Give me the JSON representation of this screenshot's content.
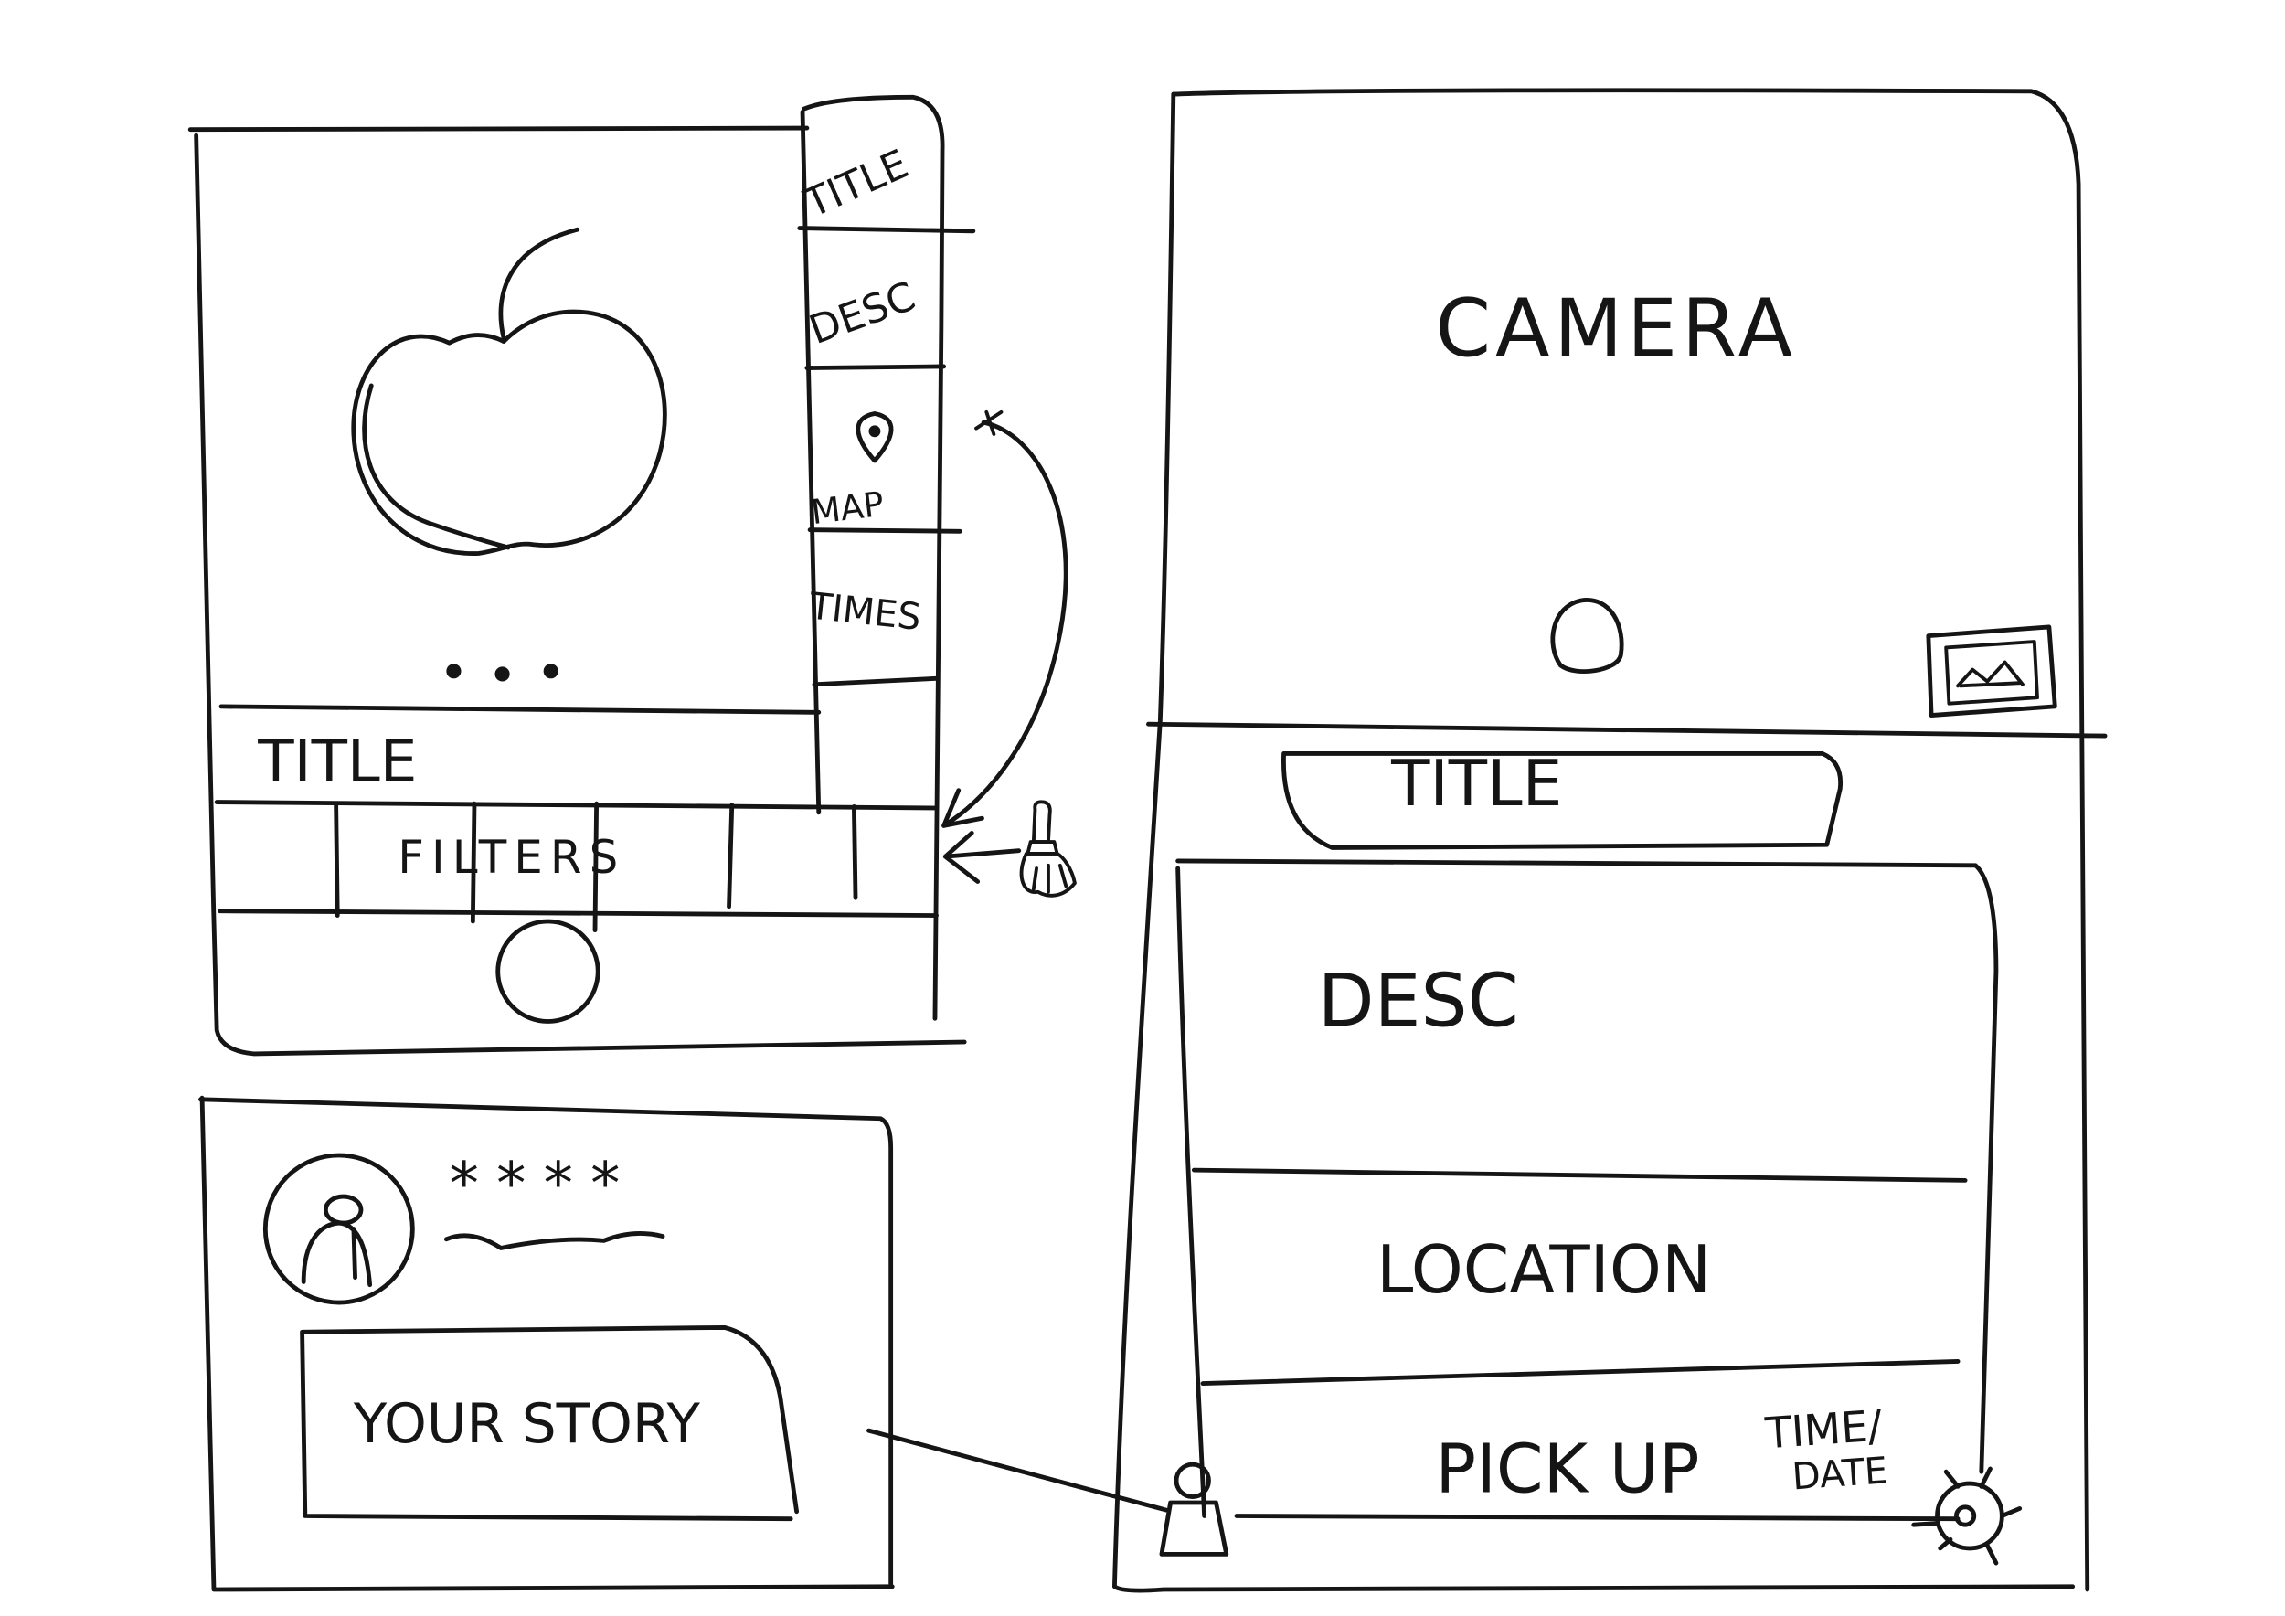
{
  "colors": {
    "ink": "#151515",
    "paper": "#ffffff"
  },
  "editor_screen": {
    "sidebar": {
      "items": [
        {
          "label": "TITLE"
        },
        {
          "label": "DESC"
        },
        {
          "label": "MAP",
          "icon": "map-pin-icon"
        },
        {
          "label": "TIMES"
        }
      ]
    },
    "preview_icon": "apple-icon",
    "pager_icon": "more-dots-icon",
    "title_label": "TITLE",
    "filters_label": "FILTERS",
    "shutter_icon": "shutter-button-icon"
  },
  "annotations": {
    "filters_icon": "paintbrush-icon"
  },
  "story_card": {
    "avatar_icon": "user-avatar-icon",
    "rating": "****",
    "story_label": "YOUR STORY"
  },
  "create_screen": {
    "camera_label": "CAMERA",
    "shutter_icon": "shutter-button-icon",
    "gallery_icon": "gallery-icon",
    "title_field": "TITLE",
    "desc_field": "DESC",
    "location_field": "LOCATION",
    "pickup": {
      "label": "PICK UP",
      "time_label": "TIME/",
      "date_label": "DATE"
    },
    "profile_icon": "user-icon",
    "settings_icon": "bug-icon"
  }
}
